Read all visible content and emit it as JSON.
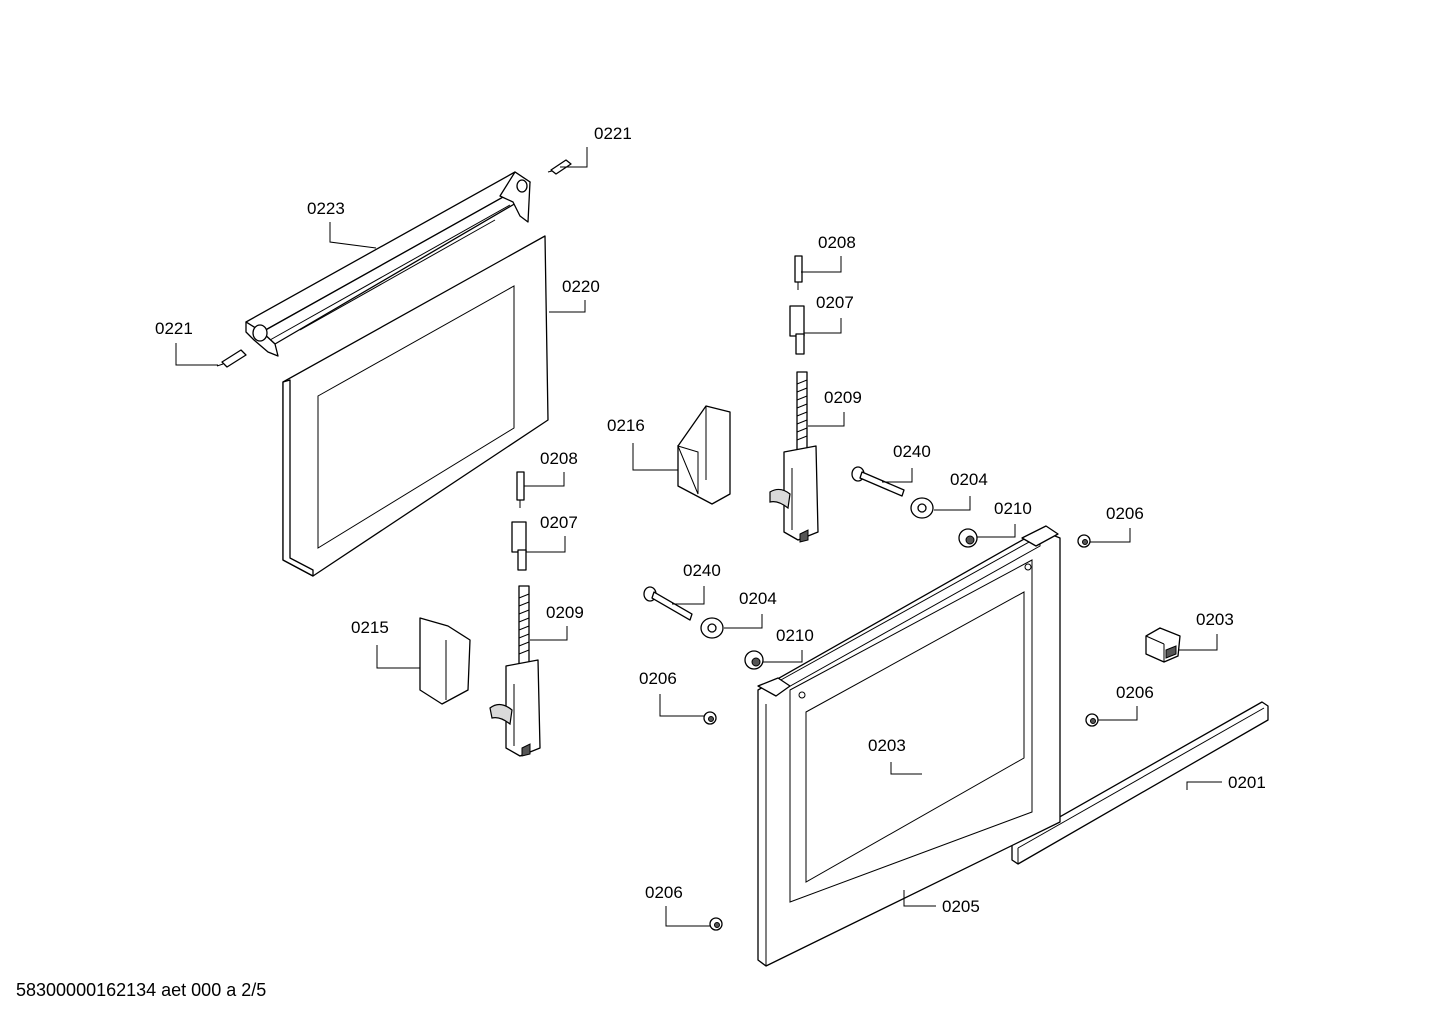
{
  "callouts": {
    "c0221_top": "0221",
    "c0223": "0223",
    "c0220": "0220",
    "c0221_left": "0221",
    "c0208_top": "0208",
    "c0207_top": "0207",
    "c0209_top": "0209",
    "c0216": "0216",
    "c0240_top": "0240",
    "c0204_top": "0204",
    "c0210_top": "0210",
    "c0206_top_right": "0206",
    "c0208_mid": "0208",
    "c0207_mid": "0207",
    "c0209_mid": "0209",
    "c0215": "0215",
    "c0240_mid": "0240",
    "c0204_mid": "0204",
    "c0210_mid": "0210",
    "c0206_mid_left": "0206",
    "c0203_right": "0203",
    "c0206_mid_right": "0206",
    "c0203_center": "0203",
    "c0201": "0201",
    "c0206_bottom": "0206",
    "c0205": "0205"
  },
  "footer": {
    "reference": "58300000162134 aet 000 a 2/5"
  }
}
